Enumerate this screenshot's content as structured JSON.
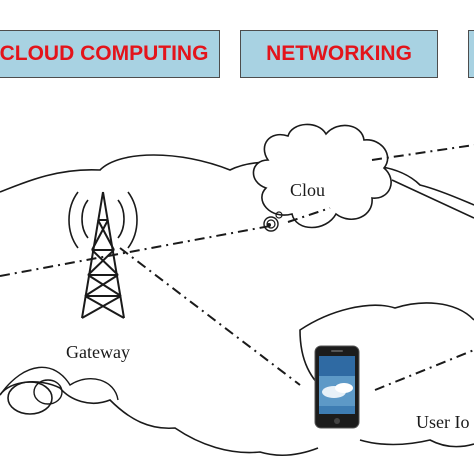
{
  "banners": {
    "cloud_computing": "CLOUD COMPUTING",
    "networking": "NETWORKING",
    "third": ""
  },
  "labels": {
    "cloud": "Clou",
    "gateway": "Gateway",
    "user": "User Io"
  },
  "colors": {
    "banner_fill": "#a8d2e2",
    "banner_text": "#e3141b",
    "line": "#1a1a1a"
  },
  "icons": [
    "tower-icon",
    "smartphone-icon",
    "cloud-icon",
    "router-icon"
  ]
}
